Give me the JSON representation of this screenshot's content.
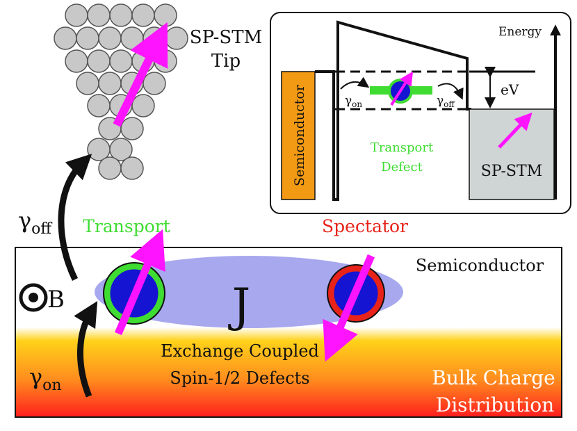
{
  "tip": {
    "label_line1": "SP-STM",
    "label_line2": "Tip",
    "colors": {
      "atom_fill": "#c8c8c8",
      "atom_stroke": "#555555"
    }
  },
  "inset": {
    "semiconductor_label": "Semiconductor",
    "energy_label": "Energy",
    "bias_label": "eV",
    "gamma_on": {
      "symbol": "γ",
      "sub": "on"
    },
    "gamma_off": {
      "symbol": "γ",
      "sub": "off"
    },
    "transport_defect_line1": "Transport",
    "transport_defect_line2": "Defect",
    "tip_label": "SP-STM",
    "colors": {
      "semiconductor": "#f39a14",
      "tip_block": "#cfd4d4",
      "defect_bar": "#3fdc32"
    }
  },
  "main": {
    "transport_label": "Transport",
    "spectator_label": "Spectator",
    "semiconductor_label": "Semiconductor",
    "coupling_label": "J",
    "field_label": "B",
    "gamma_off": {
      "symbol": "γ",
      "sub": "off"
    },
    "gamma_on": {
      "symbol": "γ",
      "sub": "on"
    },
    "defects_line1": "Exchange Coupled",
    "defects_line2": "Spin-1/2 Defects",
    "bulk_line1": "Bulk Charge",
    "bulk_line2": "Distribution",
    "colors": {
      "transport": "#3fdc32",
      "spectator": "#e8231a",
      "spin_arrow": "#ff14ff",
      "defect_core": "#1414d2",
      "coupling_cloud": "#a8a8ef",
      "gradient_top": "#ffd21a",
      "gradient_bottom": "#ff1e1e"
    }
  }
}
